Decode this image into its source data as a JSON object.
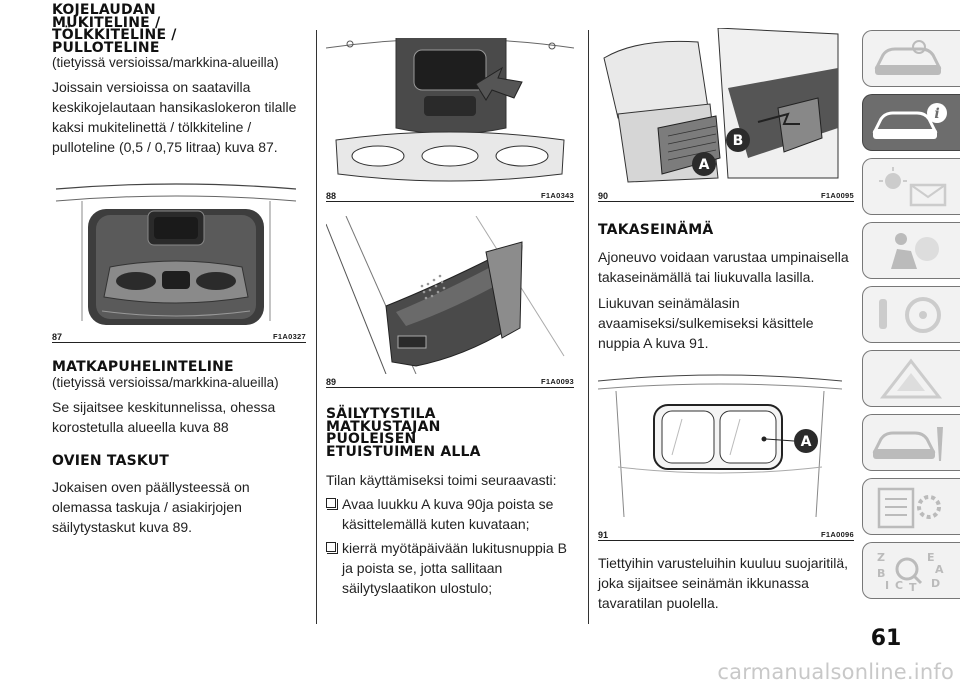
{
  "col1": {
    "heading1": "KOJELAUDAN\nMUKITELINE /\nTÖLKKITELINE /\nPULLOTELINE",
    "sub1": "(tietyissä versioissa/markkina-alueilla)",
    "para1": "Joissain versioissa on saatavilla keskikojelautaan hansikaslokeron tilalle kaksi mukitelinettä / tölkkiteline / pulloteline (0,5 / 0,75 litraa) kuva 87.",
    "fig87": {
      "num": "87",
      "code": "F1A0327"
    },
    "heading2": "MATKAPUHELINTELINE",
    "sub2": "(tietyissä versioissa/markkina-alueilla)",
    "para2": "Se sijaitsee keskitunnelissa, ohessa korostetulla alueella kuva 88",
    "heading3": "OVIEN TASKUT",
    "para3": "Jokaisen oven päällysteessä on olemassa taskuja / asiakirjojen säilytystaskut kuva 89."
  },
  "col2": {
    "fig88": {
      "num": "88",
      "code": "F1A0343"
    },
    "fig89": {
      "num": "89",
      "code": "F1A0093"
    },
    "heading": "SÄILYTYSTILA\nMATKUSTAJAN\nPUOLEISEN\nETUISTUIMEN ALLA",
    "intro": "Tilan käyttämiseksi toimi seuraavasti:",
    "bullets": [
      "Avaa luukku A kuva 90ja poista se käsittelemällä kuten kuvataan;",
      "kierrä myötäpäivään lukitusnuppia B ja poista se, jotta sallitaan säilytyslaatikon ulostulo;"
    ]
  },
  "col3": {
    "fig90": {
      "num": "90",
      "code": "F1A0095",
      "label_a": "A",
      "label_b": "B"
    },
    "heading": "TAKASEINÄMÄ",
    "para1": "Ajoneuvo voidaan varustaa umpinaisella takaseinämällä tai liukuvalla lasilla.",
    "para2": "Liukuvan seinämälasin avaamiseksi/sulkemiseksi käsittele nuppia A kuva 91.",
    "fig91": {
      "num": "91",
      "code": "F1A0096",
      "label_a": "A"
    },
    "para3": "Tiettyihin varusteluihin kuuluu suojaritilä, joka sijaitsee seinämän ikkunassa tavaratilan puolella."
  },
  "sidebar": {
    "tabs": [
      {
        "icon": "car-dashboard-icon"
      },
      {
        "icon": "car-info-icon",
        "active": true,
        "label": "i"
      },
      {
        "icon": "warning-lights-icon"
      },
      {
        "icon": "airbag-safety-icon"
      },
      {
        "icon": "starting-driving-icon"
      },
      {
        "icon": "emergency-triangle-icon"
      },
      {
        "icon": "car-maintenance-icon"
      },
      {
        "icon": "technical-data-icon"
      },
      {
        "icon": "index-icon",
        "letters": [
          "Z",
          "E",
          "A",
          "B",
          "D",
          "I",
          "C",
          "T"
        ]
      }
    ]
  },
  "page_number": "61",
  "watermark": "carmanualsonline.info"
}
